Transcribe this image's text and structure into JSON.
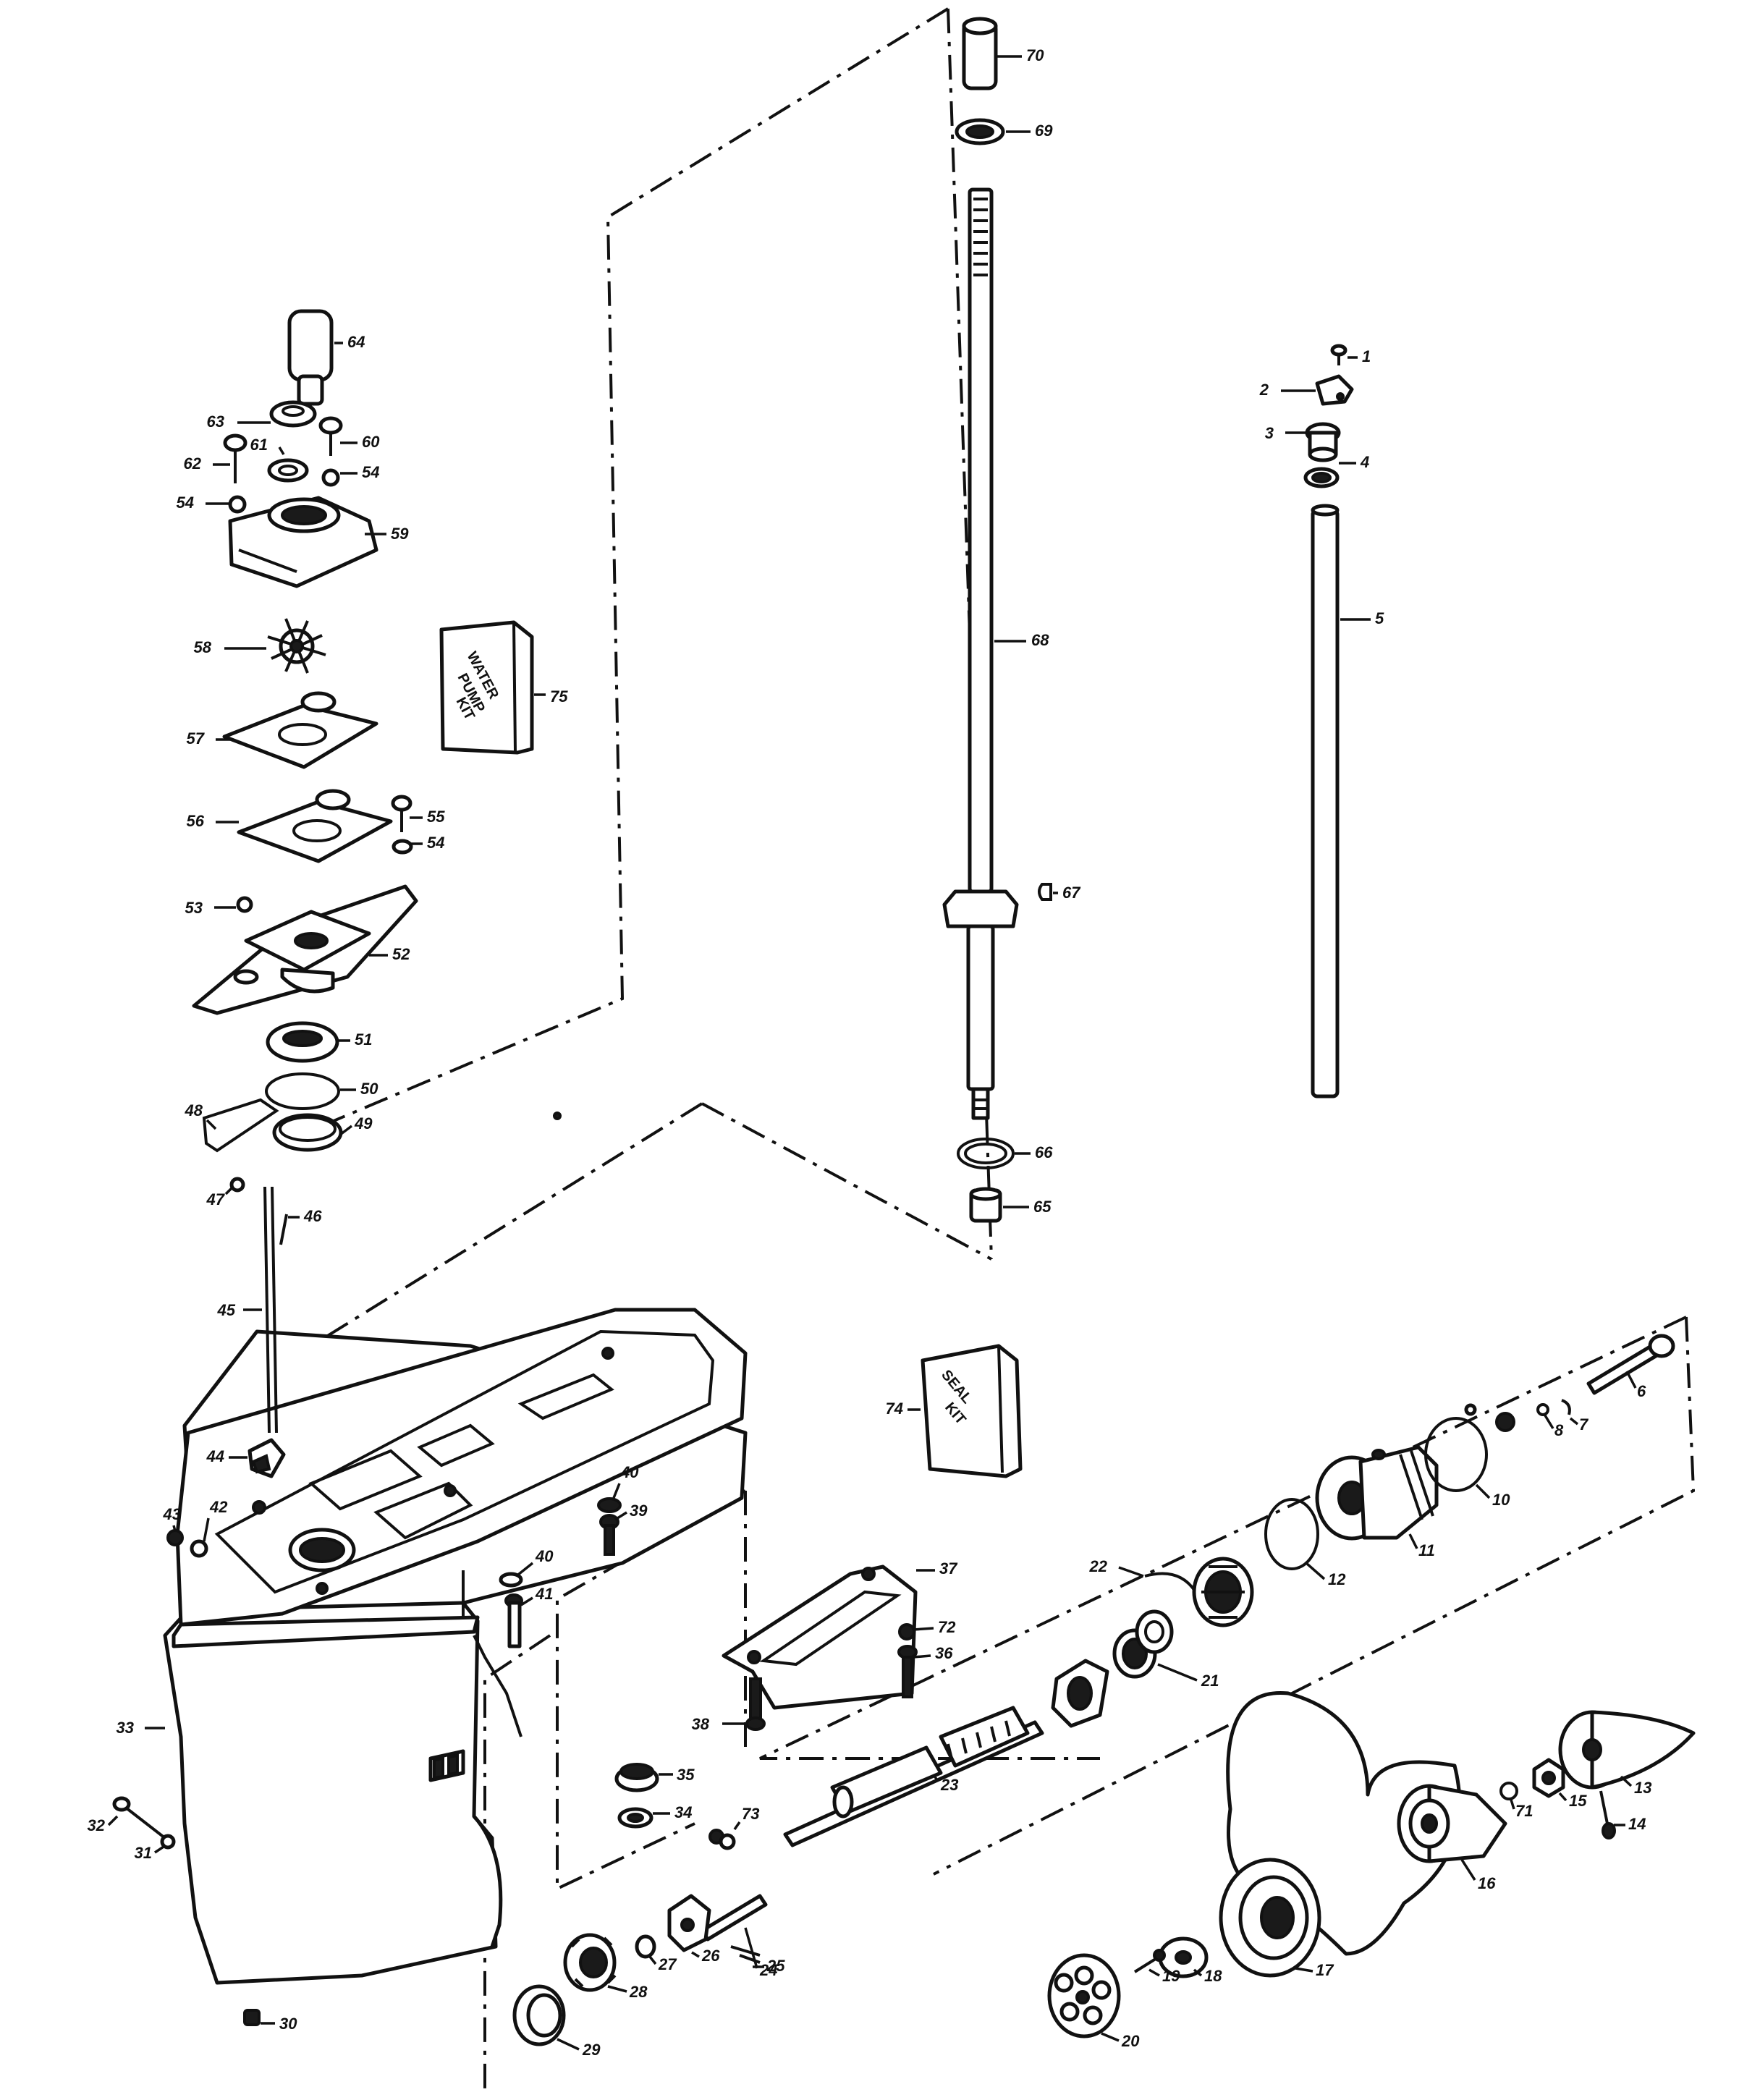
{
  "parts": [
    {
      "id": "p1",
      "label": "1"
    },
    {
      "id": "p2",
      "label": "2"
    },
    {
      "id": "p3",
      "label": "3"
    },
    {
      "id": "p4",
      "label": "4"
    },
    {
      "id": "p5",
      "label": "5"
    },
    {
      "id": "p6",
      "label": "6"
    },
    {
      "id": "p7",
      "label": "7"
    },
    {
      "id": "p8",
      "label": "8"
    },
    {
      "id": "p10",
      "label": "10"
    },
    {
      "id": "p11",
      "label": "11"
    },
    {
      "id": "p12",
      "label": "12"
    },
    {
      "id": "p13",
      "label": "13"
    },
    {
      "id": "p14",
      "label": "14"
    },
    {
      "id": "p15",
      "label": "15"
    },
    {
      "id": "p16",
      "label": "16"
    },
    {
      "id": "p17",
      "label": "17"
    },
    {
      "id": "p18",
      "label": "18"
    },
    {
      "id": "p19",
      "label": "19"
    },
    {
      "id": "p20",
      "label": "20"
    },
    {
      "id": "p21",
      "label": "21"
    },
    {
      "id": "p22",
      "label": "22"
    },
    {
      "id": "p23",
      "label": "23"
    },
    {
      "id": "p24",
      "label": "24"
    },
    {
      "id": "p25",
      "label": "25"
    },
    {
      "id": "p26",
      "label": "26"
    },
    {
      "id": "p27",
      "label": "27"
    },
    {
      "id": "p28",
      "label": "28"
    },
    {
      "id": "p29",
      "label": "29"
    },
    {
      "id": "p30",
      "label": "30"
    },
    {
      "id": "p31",
      "label": "31"
    },
    {
      "id": "p32",
      "label": "32"
    },
    {
      "id": "p33",
      "label": "33"
    },
    {
      "id": "p34",
      "label": "34"
    },
    {
      "id": "p35",
      "label": "35"
    },
    {
      "id": "p36",
      "label": "36"
    },
    {
      "id": "p37",
      "label": "37"
    },
    {
      "id": "p38",
      "label": "38"
    },
    {
      "id": "p39",
      "label": "39"
    },
    {
      "id": "p40a",
      "label": "40"
    },
    {
      "id": "p40b",
      "label": "40"
    },
    {
      "id": "p41",
      "label": "41"
    },
    {
      "id": "p42",
      "label": "42"
    },
    {
      "id": "p43",
      "label": "43"
    },
    {
      "id": "p44",
      "label": "44"
    },
    {
      "id": "p45",
      "label": "45"
    },
    {
      "id": "p46",
      "label": "46"
    },
    {
      "id": "p47",
      "label": "47"
    },
    {
      "id": "p48",
      "label": "48"
    },
    {
      "id": "p49",
      "label": "49"
    },
    {
      "id": "p50",
      "label": "50"
    },
    {
      "id": "p51",
      "label": "51"
    },
    {
      "id": "p52",
      "label": "52"
    },
    {
      "id": "p53",
      "label": "53"
    },
    {
      "id": "p54a",
      "label": "54"
    },
    {
      "id": "p54b",
      "label": "54"
    },
    {
      "id": "p54c",
      "label": "54"
    },
    {
      "id": "p55",
      "label": "55"
    },
    {
      "id": "p56",
      "label": "56"
    },
    {
      "id": "p57",
      "label": "57"
    },
    {
      "id": "p58",
      "label": "58"
    },
    {
      "id": "p59",
      "label": "59"
    },
    {
      "id": "p60",
      "label": "60"
    },
    {
      "id": "p61",
      "label": "61"
    },
    {
      "id": "p62",
      "label": "62"
    },
    {
      "id": "p63",
      "label": "63"
    },
    {
      "id": "p64",
      "label": "64"
    },
    {
      "id": "p65",
      "label": "65"
    },
    {
      "id": "p66",
      "label": "66"
    },
    {
      "id": "p67",
      "label": "67"
    },
    {
      "id": "p68",
      "label": "68"
    },
    {
      "id": "p69",
      "label": "69"
    },
    {
      "id": "p70",
      "label": "70"
    },
    {
      "id": "p71",
      "label": "71"
    },
    {
      "id": "p72",
      "label": "72"
    },
    {
      "id": "p73",
      "label": "73"
    },
    {
      "id": "p74",
      "label": "74"
    },
    {
      "id": "p75",
      "label": "75"
    }
  ],
  "kits": {
    "water_pump": {
      "line1": "WATER",
      "line2": "PUMP",
      "line3": "KIT"
    },
    "seal": {
      "line1": "SEAL",
      "line2": "KIT"
    }
  }
}
